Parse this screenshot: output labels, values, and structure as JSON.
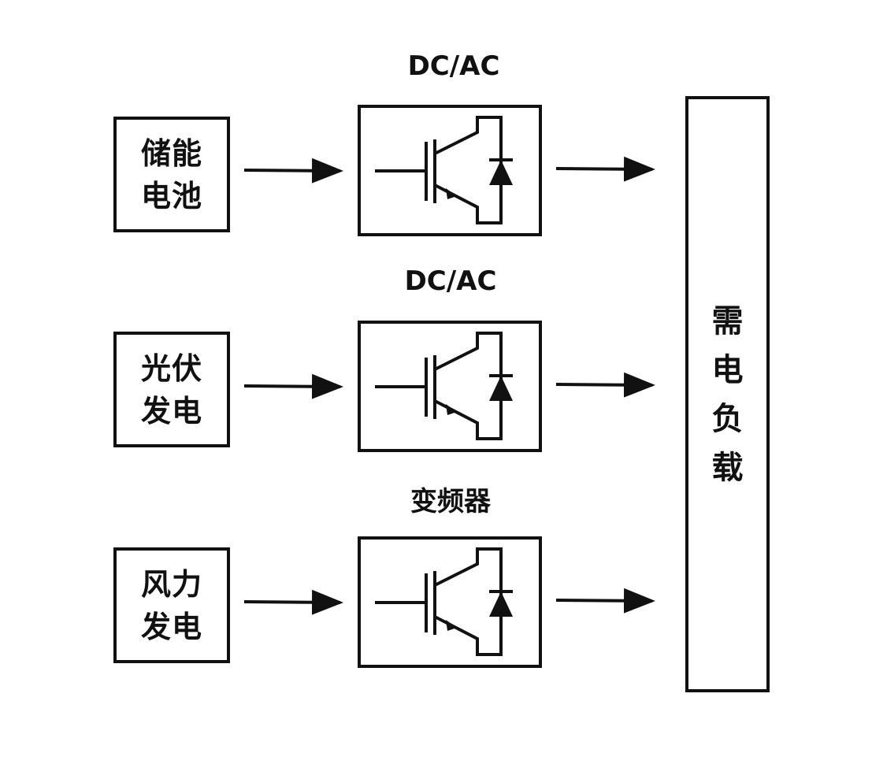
{
  "sources": [
    {
      "line1": "储能",
      "line2": "电池"
    },
    {
      "line1": "光伏",
      "line2": "发电"
    },
    {
      "line1": "风力",
      "line2": "发电"
    }
  ],
  "converters": [
    {
      "label": "DC/AC"
    },
    {
      "label": "DC/AC"
    },
    {
      "label": "变频器"
    }
  ],
  "load": {
    "chars": [
      "需",
      "电",
      "负",
      "载"
    ]
  },
  "colors": {
    "stroke": "#111111",
    "background": "#ffffff"
  }
}
